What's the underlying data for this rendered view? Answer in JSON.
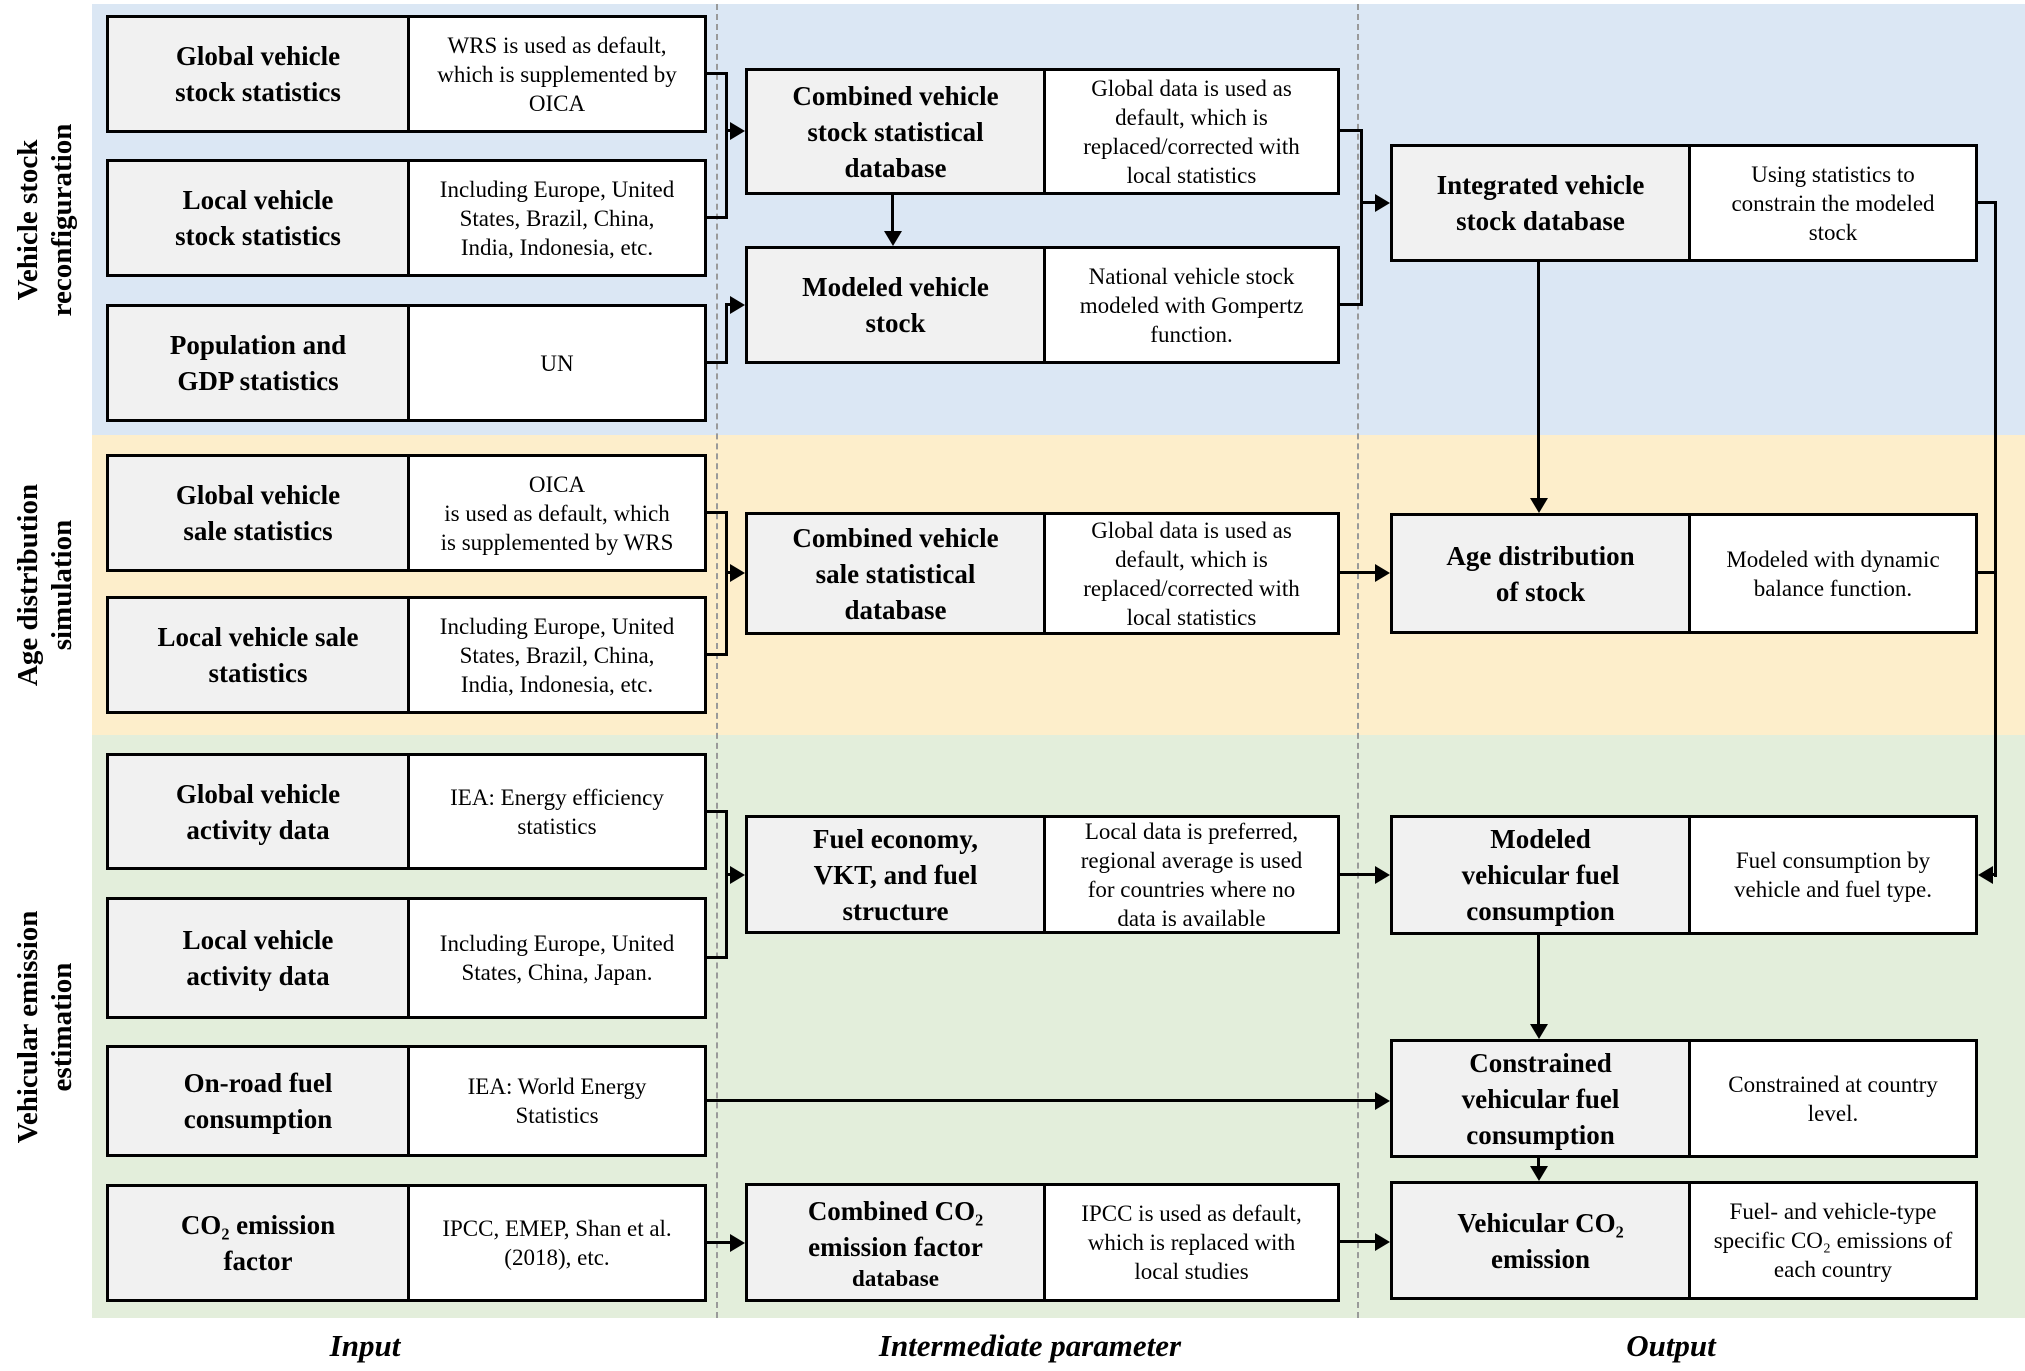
{
  "figure": {
    "bands": [
      {
        "label": "Vehicle stock\nreconfiguration"
      },
      {
        "label": "Age distribution\nsimulation"
      },
      {
        "label": "Vehicular emission\nestimation"
      }
    ],
    "column_footers": {
      "input": "Input",
      "intermediate": "Intermediate parameter",
      "output": "Output"
    },
    "boxes": {
      "global_vehicle_stock_statistics": {
        "title": "Global vehicle\nstock statistics",
        "desc": "WRS is used as default,\nwhich is supplemented by\nOICA"
      },
      "local_vehicle_stock_statistics": {
        "title": "Local vehicle\nstock statistics",
        "desc": "Including Europe, United\nStates, Brazil,  China,\nIndia, Indonesia, etc."
      },
      "population_gdp_statistics": {
        "title": "Population and\nGDP statistics",
        "desc": "UN"
      },
      "combined_vehicle_stock_database": {
        "title": "Combined vehicle\nstock statistical\ndatabase",
        "desc": "Global data is used as\ndefault, which is\nreplaced/corrected with\nlocal statistics"
      },
      "modeled_vehicle_stock": {
        "title": "Modeled vehicle\nstock",
        "desc": "National vehicle stock\nmodeled with Gompertz\nfunction."
      },
      "integrated_vehicle_stock_database": {
        "title": "Integrated vehicle\nstock database",
        "desc": "Using statistics to\nconstrain the modeled\nstock"
      },
      "global_vehicle_sale_statistics": {
        "title": "Global vehicle\nsale statistics",
        "desc": "OICA\nis used as default, which\nis supplemented by WRS"
      },
      "local_vehicle_sale_statistics": {
        "title": "Local vehicle sale\nstatistics",
        "desc": "Including Europe, United\nStates, Brazil,  China,\nIndia, Indonesia, etc."
      },
      "combined_vehicle_sale_database": {
        "title": "Combined vehicle\nsale statistical\ndatabase",
        "desc": "Global data is used as\ndefault, which is\nreplaced/corrected with\nlocal statistics"
      },
      "age_distribution_of_stock": {
        "title": "Age distribution\nof stock",
        "desc": "Modeled with dynamic\nbalance function."
      },
      "global_vehicle_activity_data": {
        "title": "Global vehicle\nactivity data",
        "desc": "IEA: Energy efficiency\nstatistics"
      },
      "local_vehicle_activity_data": {
        "title": "Local vehicle\nactivity data",
        "desc": "Including Europe, United\nStates, China, Japan."
      },
      "on_road_fuel_consumption": {
        "title": "On-road fuel\nconsumption",
        "desc": "IEA: World Energy\nStatistics"
      },
      "co2_emission_factor": {
        "title": "CO₂ emission\nfactor",
        "desc": "IPCC, EMEP, Shan et al.\n(2018), etc."
      },
      "fuel_economy_vkt_fuel_structure": {
        "title": "Fuel economy,\nVKT, and fuel\nstructure",
        "desc": "Local data is preferred,\nregional average is used\nfor countries where no\ndata is available"
      },
      "combined_co2_emission_factor_database": {
        "title": "Combined CO₂\nemission factor",
        "title_small": "database",
        "desc": "IPCC is used as default,\nwhich is replaced with\nlocal studies"
      },
      "modeled_vehicular_fuel_consumption": {
        "title": "Modeled\nvehicular fuel\nconsumption",
        "desc": "Fuel consumption by\nvehicle and fuel type."
      },
      "constrained_vehicular_fuel_consumption": {
        "title": "Constrained\nvehicular fuel\nconsumption",
        "desc": "Constrained at country\nlevel."
      },
      "vehicular_co2_emission": {
        "title": "Vehicular CO₂\nemission",
        "desc": "Fuel- and vehicle-type\nspecific CO₂ emissions of\neach country"
      }
    },
    "colors": {
      "band_blue": "#dbe7f4",
      "band_yellow": "#fdeecb",
      "band_green": "#e3eedb",
      "box_title_fill": "#f1f1f1",
      "box_desc_fill": "#ffffff",
      "border": "#000000"
    }
  }
}
